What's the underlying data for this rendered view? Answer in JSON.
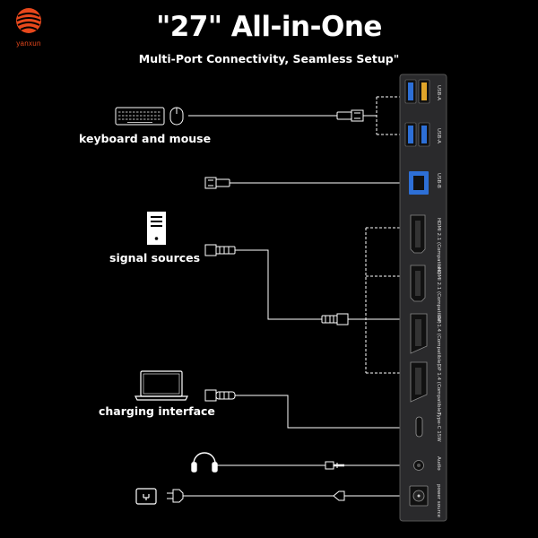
{
  "brand": {
    "name": "yanxun",
    "accent_color": "#e8481c"
  },
  "header": {
    "title": "\"27\" All-in-One",
    "subtitle": "Multi-Port Connectivity, Seamless Setup\""
  },
  "devices": {
    "keyboard_mouse": {
      "label": "keyboard and mouse",
      "icon": "keyboard-mouse-icon"
    },
    "signal_sources": {
      "label": "signal sources",
      "icon": "desktop-tower-icon"
    },
    "charging": {
      "label": "charging interface",
      "icon": "laptop-icon"
    },
    "audio": {
      "icon": "headphones-icon"
    },
    "power": {
      "icon": "power-outlet-icon"
    }
  },
  "ports": [
    {
      "id": "usb-a-1",
      "label": "USB-A",
      "sub": ""
    },
    {
      "id": "usb-a-2",
      "label": "USB-A",
      "sub": ""
    },
    {
      "id": "usb-b",
      "label": "USB-B",
      "sub": ""
    },
    {
      "id": "hdmi-1",
      "label": "HDMI 2.1",
      "sub": "(Compatible)"
    },
    {
      "id": "hdmi-2",
      "label": "HDMI 2.1",
      "sub": "(Compatible)"
    },
    {
      "id": "dp-1",
      "label": "DP 1.4",
      "sub": "(Compatible)"
    },
    {
      "id": "dp-2",
      "label": "DP 1.4",
      "sub": "(Compatible)"
    },
    {
      "id": "type-c",
      "label": "Type-C 15W",
      "sub": ""
    },
    {
      "id": "audio",
      "label": "Audio",
      "sub": ""
    },
    {
      "id": "power",
      "label": "power source",
      "sub": ""
    }
  ]
}
